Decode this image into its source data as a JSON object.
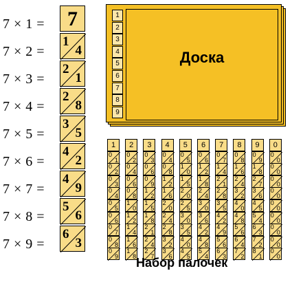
{
  "equations": [
    "7 × 1 =",
    "7 × 2 =",
    "7 × 3 =",
    "7 × 4 =",
    "7 × 5 =",
    "7 × 6 =",
    "7 × 7 =",
    "7 × 8 =",
    "7 × 9 ="
  ],
  "big_stick": {
    "head": "7",
    "cells": [
      [
        "1",
        "4"
      ],
      [
        "2",
        "1"
      ],
      [
        "2",
        "8"
      ],
      [
        "3",
        "5"
      ],
      [
        "4",
        "2"
      ],
      [
        "4",
        "9"
      ],
      [
        "5",
        "6"
      ],
      [
        "6",
        "3"
      ]
    ]
  },
  "board": {
    "title": "Доска",
    "row_numbers": [
      "1",
      "2",
      "3",
      "4",
      "5",
      "6",
      "7",
      "8",
      "9"
    ]
  },
  "sticks": {
    "caption": "Набор палочек",
    "heads": [
      "1",
      "2",
      "3",
      "4",
      "5",
      "6",
      "7",
      "8",
      "9",
      "0"
    ]
  }
}
